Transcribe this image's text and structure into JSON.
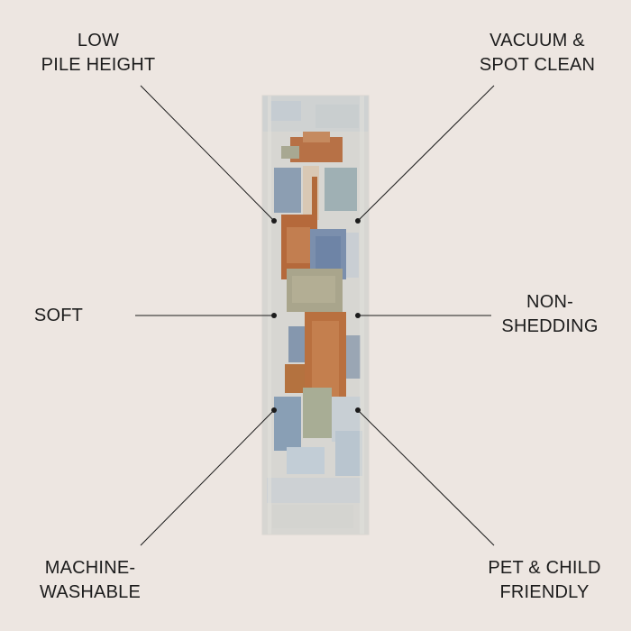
{
  "features": {
    "low_pile": {
      "line1": "LOW",
      "line2": "PILE HEIGHT"
    },
    "vacuum": {
      "line1": "VACUUM &",
      "line2": "SPOT CLEAN"
    },
    "soft": {
      "line1": "SOFT"
    },
    "non_shedding": {
      "line1": "NON-",
      "line2": "SHEDDING"
    },
    "machine_washable": {
      "line1": "MACHINE-",
      "line2": "WASHABLE"
    },
    "pet_child": {
      "line1": "PET & CHILD",
      "line2": "FRIENDLY"
    }
  },
  "colors": {
    "background": "#ede6e1",
    "text": "#1c1c1c",
    "rug_base": "#d6d4cf",
    "rust": "#b66a3e",
    "blue_grey": "#8fa0b3",
    "sage": "#a7a78c"
  }
}
